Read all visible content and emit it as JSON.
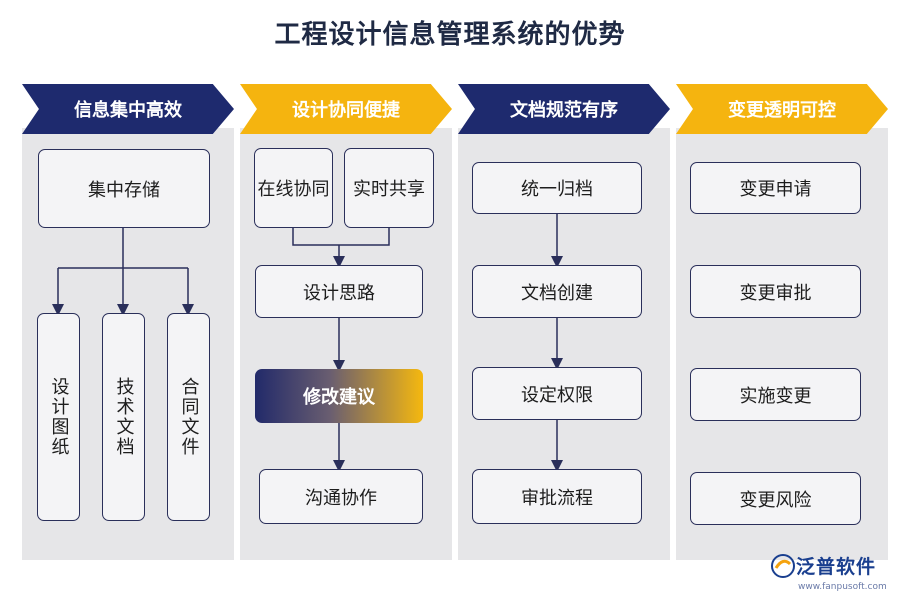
{
  "title": "工程设计信息管理系统的优势",
  "columns": [
    {
      "heading": "信息集中高效",
      "top": "集中存储",
      "items": [
        "设计图纸",
        "技术文档",
        "合同文件"
      ]
    },
    {
      "heading": "设计协同便捷",
      "top_left": "在线协同",
      "top_right": "实时共享",
      "steps": [
        "设计思路",
        "修改建议",
        "沟通协作"
      ]
    },
    {
      "heading": "文档规范有序",
      "steps": [
        "统一归档",
        "文档创建",
        "设定权限",
        "审批流程"
      ]
    },
    {
      "heading": "变更透明可控",
      "steps": [
        "变更申请",
        "变更审批",
        "实施变更",
        "变更风险"
      ]
    }
  ],
  "logo": {
    "name": "泛普软件",
    "url": "www.fanpusoft.com"
  },
  "colors": {
    "navy": "#1e2a6e",
    "gold": "#f5b40f",
    "panel": "#e6e6e8"
  }
}
